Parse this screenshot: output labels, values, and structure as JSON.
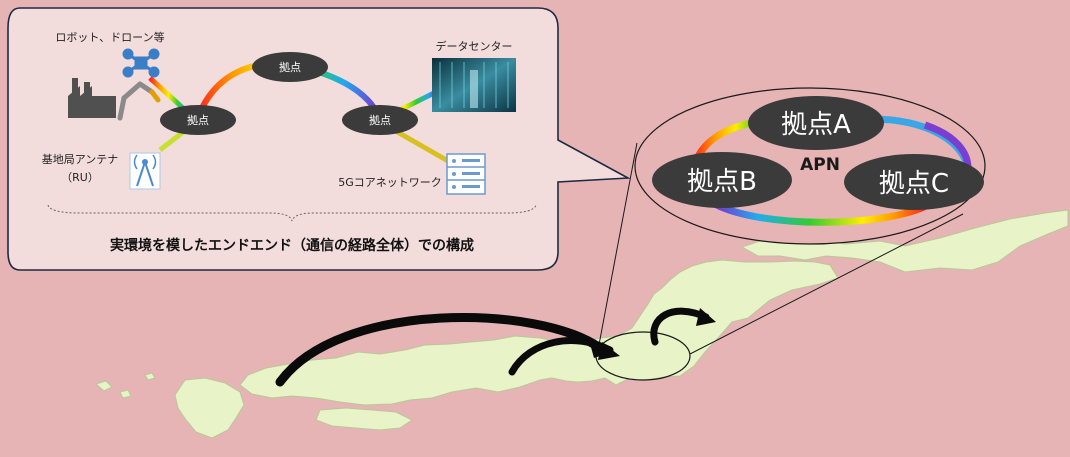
{
  "callout": {
    "robot_label": "ロボット、ドローン等",
    "datacenter_label": "データセンター",
    "antenna_label_line1": "基地局アンテナ",
    "antenna_label_line2": "（RU）",
    "core_label": "5Gコアネットワーク",
    "node_label": "拠点",
    "caption": "実環境を模したエンドエンド（通信の経路全体）での構成"
  },
  "apn": {
    "center_label": "APN",
    "site_a": "拠点A",
    "site_b": "拠点B",
    "site_c": "拠点C"
  },
  "colors": {
    "background": "#e6b4b4",
    "callout_fill": "#f2dcdc",
    "map_fill": "#e8f3c8",
    "node_fill": "#3b3b3b"
  }
}
